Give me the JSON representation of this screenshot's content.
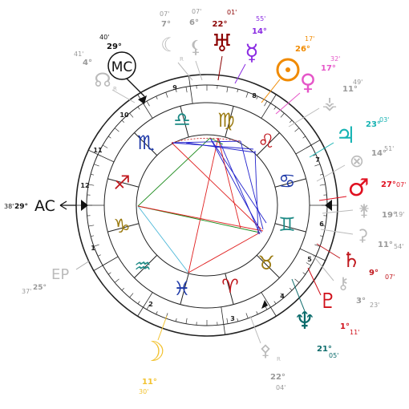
{
  "angles": {
    "ac": {
      "glyph": "AC",
      "deg": "29°",
      "min": "38'"
    },
    "mc": {
      "glyph": "MC",
      "deg": "29°",
      "min": "40'"
    },
    "ep": {
      "glyph": "EP",
      "deg": "25°",
      "min": "37'"
    }
  },
  "houses": [
    "1",
    "2",
    "3",
    "4",
    "5",
    "6",
    "7",
    "8",
    "9",
    "10",
    "11",
    "12"
  ],
  "signs": [
    {
      "name": "aries",
      "glyph": "♈",
      "color": "#c0181e"
    },
    {
      "name": "taurus",
      "glyph": "♉",
      "color": "#9a7a10"
    },
    {
      "name": "gemini",
      "glyph": "♊",
      "color": "#1d8a85"
    },
    {
      "name": "cancer",
      "glyph": "♋",
      "color": "#1f3aa8"
    },
    {
      "name": "leo",
      "glyph": "♌",
      "color": "#c0181e"
    },
    {
      "name": "virgo",
      "glyph": "♍",
      "color": "#9a7a10"
    },
    {
      "name": "libra",
      "glyph": "♎",
      "color": "#1d8a85"
    },
    {
      "name": "scorpio",
      "glyph": "♏",
      "color": "#1f3aa8"
    },
    {
      "name": "sagittarius",
      "glyph": "♐",
      "color": "#c0181e"
    },
    {
      "name": "capricorn",
      "glyph": "♑",
      "color": "#9a7a10"
    },
    {
      "name": "aquarius",
      "glyph": "♒",
      "color": "#1d8a85"
    },
    {
      "name": "pisces",
      "glyph": "♓",
      "color": "#1f3aa8"
    }
  ],
  "planets": [
    {
      "name": "sun",
      "glyph": "☉",
      "deg": "26°",
      "min": "17'",
      "color": "#f08a00"
    },
    {
      "name": "moon",
      "glyph": "☽",
      "deg": "11°",
      "min": "30'",
      "color": "#f2c230"
    },
    {
      "name": "mercury",
      "glyph": "☿",
      "deg": "14°",
      "min": "55'",
      "color": "#8a2be2"
    },
    {
      "name": "venus",
      "glyph": "♀",
      "deg": "17°",
      "min": "32'",
      "color": "#e556c8"
    },
    {
      "name": "mars",
      "glyph": "♂",
      "deg": "27°",
      "min": "07'",
      "color": "#e01020"
    },
    {
      "name": "jupiter",
      "glyph": "♃",
      "deg": "23°",
      "min": "03'",
      "color": "#17b3b3"
    },
    {
      "name": "saturn",
      "glyph": "♄",
      "deg": "9°",
      "min": "07'",
      "color": "#c0181e"
    },
    {
      "name": "uranus",
      "glyph": "♅",
      "deg": "22°",
      "min": "01'",
      "color": "#8b0000"
    },
    {
      "name": "neptune",
      "glyph": "♆",
      "deg": "21°",
      "min": "05'",
      "color": "#0b6b6b"
    },
    {
      "name": "pluto",
      "glyph": "♇",
      "deg": "1°",
      "min": "11'",
      "color": "#d0101a"
    },
    {
      "name": "node",
      "glyph": "☊",
      "deg": "4°",
      "min": "41'",
      "color": "#aaaaaa"
    },
    {
      "name": "lilith",
      "glyph": "⚸",
      "deg": "6°",
      "min": "07'",
      "color": "#aaaaaa"
    },
    {
      "name": "chiron",
      "glyph": "⚷",
      "deg": "3°",
      "min": "23'",
      "color": "#aaaaaa"
    },
    {
      "name": "ceres",
      "glyph": "⚳",
      "deg": "11°",
      "min": "54'",
      "color": "#aaaaaa"
    },
    {
      "name": "pallas",
      "glyph": "⚴",
      "deg": "22°",
      "min": "04'",
      "color": "#aaaaaa"
    },
    {
      "name": "juno",
      "glyph": "⚵",
      "deg": "19°",
      "min": "19'",
      "color": "#aaaaaa"
    },
    {
      "name": "vesta",
      "glyph": "⚶",
      "deg": "11°",
      "min": "49'",
      "color": "#aaaaaa"
    },
    {
      "name": "fortune",
      "glyph": "⊗",
      "deg": "14°",
      "min": "51'",
      "color": "#aaaaaa"
    },
    {
      "name": "moon-r",
      "glyph": "☾",
      "deg": "7°",
      "min": "07'",
      "color": "#aaaaaa"
    }
  ],
  "retro": "R"
}
